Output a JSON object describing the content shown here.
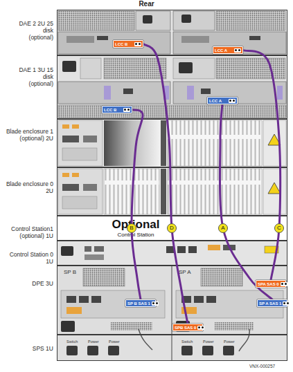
{
  "diagram": {
    "title": "Rear",
    "nodes": [
      {
        "text": [
          "DAE 2 2U 25 disk (optional)"
        ]
      },
      {
        "text": [
          "LCC B"
        ],
        "in": 0
      },
      {
        "text": [
          "LCC A"
        ],
        "in": 0
      },
      {
        "text": [
          "DAE 1 3U 15 disk (optional)"
        ]
      },
      {
        "text": [
          "LCC B"
        ],
        "in": 3
      },
      {
        "text": [
          "LCC A"
        ],
        "in": 3
      },
      {
        "text": [
          "Blade enclosure 1 (optional) 2U"
        ]
      },
      {
        "text": [
          "Blade enclosure 0 2U"
        ]
      },
      {
        "text": [
          "Control Station1 (optional) 1U",
          "Optional",
          "Control Station"
        ]
      },
      {
        "text": [
          "Control Station 0 1U"
        ]
      },
      {
        "text": [
          "DPE 3U"
        ]
      },
      {
        "text": [
          "SP B SAS 1"
        ],
        "in": 10
      },
      {
        "text": [
          "SP A SAS 1"
        ],
        "in": 10
      },
      {
        "text": [
          "SPB SAS 0"
        ],
        "in": 10
      },
      {
        "text": [
          "SPA SAS 0"
        ],
        "in": 10
      },
      {
        "text": [
          "SPS 1U"
        ]
      }
    ],
    "edges": [
      {
        "from": 4,
        "to": 11,
        "label": "B",
        "arrow": "none"
      },
      {
        "from": 1,
        "to": 13,
        "label": "D",
        "arrow": "none"
      },
      {
        "from": 5,
        "to": 12,
        "label": "A",
        "arrow": "none"
      },
      {
        "from": 2,
        "to": 14,
        "label": "C",
        "arrow": "none"
      }
    ],
    "labels": [
      "SP B",
      "SP A",
      "Switch",
      "Power",
      "Power",
      "Switch",
      "Power",
      "Power",
      "VNX-000257"
    ]
  }
}
